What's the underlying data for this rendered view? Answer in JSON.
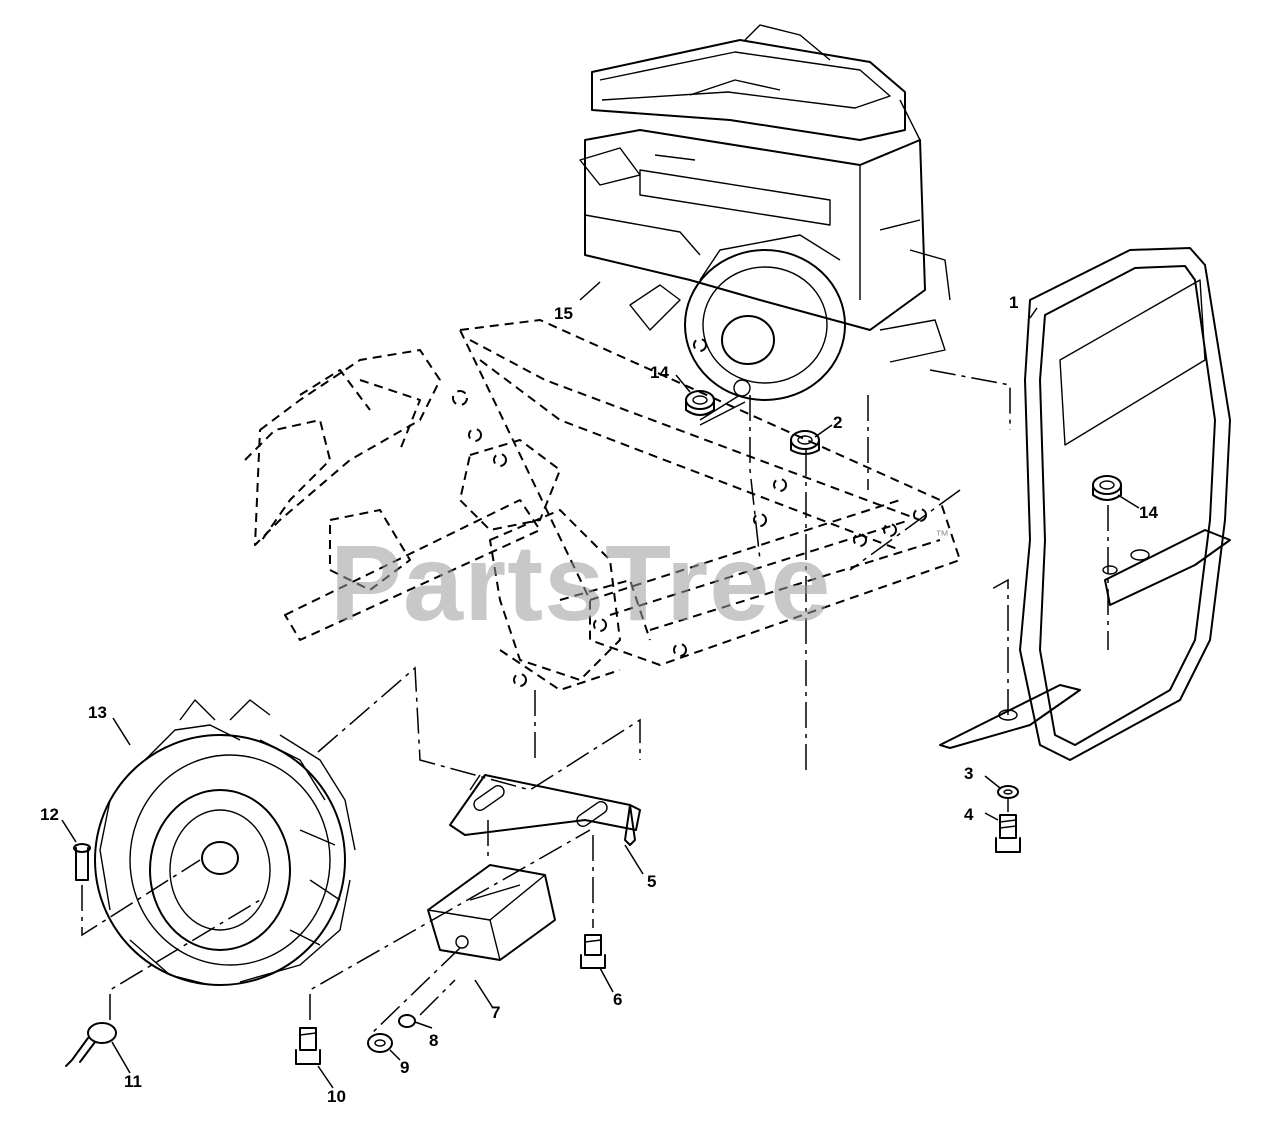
{
  "watermark": {
    "text": "PartsTree",
    "mark": "™"
  },
  "callouts": [
    {
      "id": "part-1",
      "label": "1"
    },
    {
      "id": "part-2",
      "label": "2"
    },
    {
      "id": "part-3",
      "label": "3"
    },
    {
      "id": "part-4",
      "label": "4"
    },
    {
      "id": "part-5",
      "label": "5"
    },
    {
      "id": "part-6",
      "label": "6"
    },
    {
      "id": "part-7",
      "label": "7"
    },
    {
      "id": "part-8",
      "label": "8"
    },
    {
      "id": "part-9",
      "label": "9"
    },
    {
      "id": "part-10",
      "label": "10"
    },
    {
      "id": "part-11",
      "label": "11"
    },
    {
      "id": "part-12",
      "label": "12"
    },
    {
      "id": "part-13",
      "label": "13"
    },
    {
      "id": "part-14a",
      "label": "14"
    },
    {
      "id": "part-14b",
      "label": "14"
    },
    {
      "id": "part-15",
      "label": "15"
    }
  ]
}
